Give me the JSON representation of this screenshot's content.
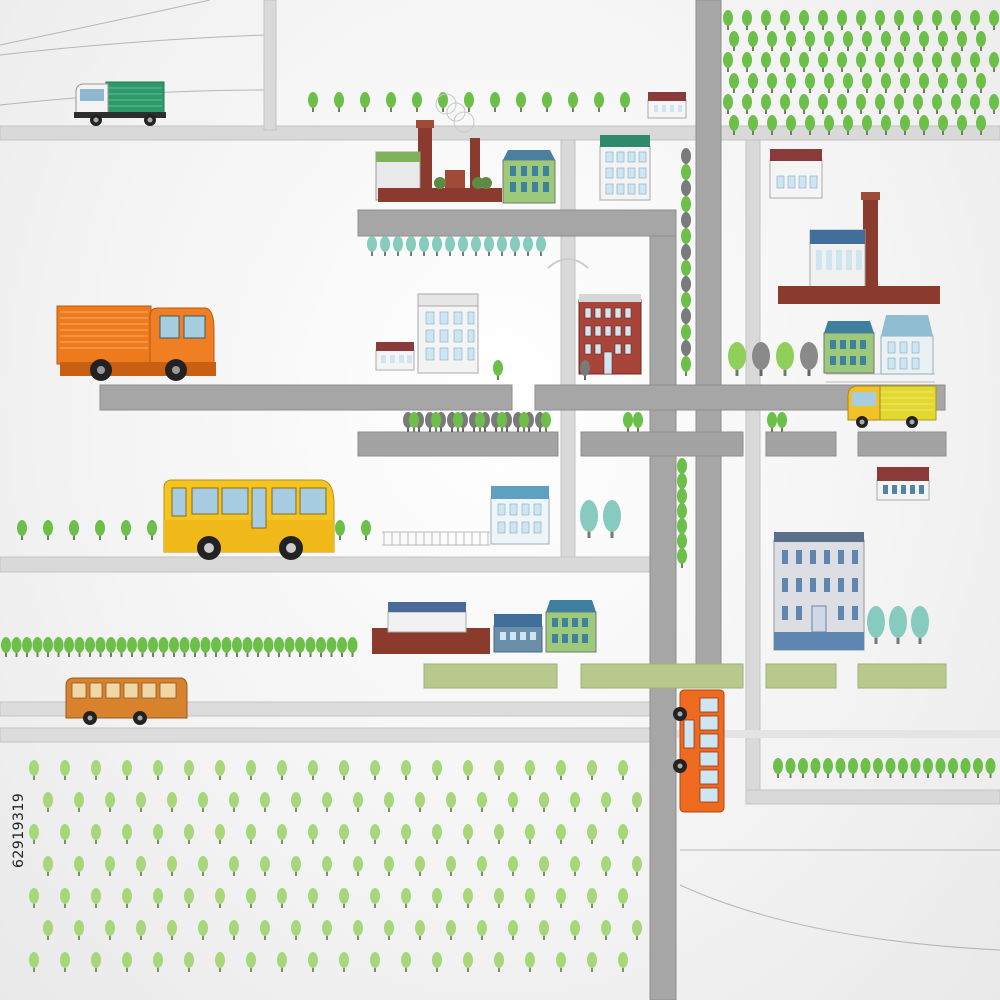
{
  "map": {
    "colors": {
      "road": "#a9a9a9",
      "road_edge": "#8d8d8d",
      "lane": "#e2e2e2",
      "tree_light": "#9ed36a",
      "tree_green": "#6cc04a",
      "tree_teal": "#7fc8b8",
      "tree_grey": "#7a7a7a",
      "brick": "#8b3a2e",
      "orange": "#ee7a1e",
      "yellow": "#f4c520",
      "teal_roof": "#3f7fa0",
      "lawn": "#b8c98a"
    },
    "vehicles": [
      {
        "type": "delivery-van",
        "color": "green"
      },
      {
        "type": "box-truck",
        "color": "orange"
      },
      {
        "type": "city-bus",
        "color": "yellow"
      },
      {
        "type": "small-bus",
        "color": "orange"
      },
      {
        "type": "double-decker-bus",
        "color": "orange"
      },
      {
        "type": "delivery-van",
        "color": "yellow"
      }
    ],
    "buildings": [
      "factory",
      "factory",
      "apartment-block",
      "apartment-block",
      "apartment-block",
      "brick-apartment",
      "office-building",
      "house",
      "house",
      "house"
    ]
  },
  "stock_id": "62919319"
}
